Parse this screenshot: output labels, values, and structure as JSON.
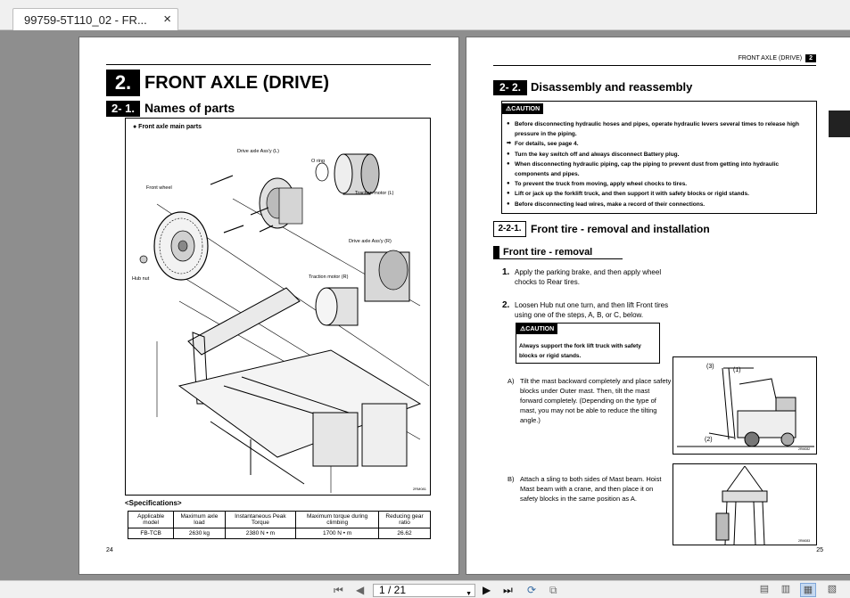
{
  "tab": {
    "title": "99759-5T110_02 - FR...",
    "close": "×"
  },
  "left_page": {
    "chapter_num": "2.",
    "chapter_title": "FRONT AXLE (DRIVE)",
    "section_num": "2- 1.",
    "section_title": "Names of parts",
    "figure": {
      "caption": "● Front axle main parts",
      "labels": {
        "drive_axle_l": "Drive axle Ass'y (L)",
        "o_ring": "O ring",
        "front_wheel": "Front wheel",
        "traction_motor_l": "Traction motor (L)",
        "drive_axle_r": "Drive axle Ass'y (R)",
        "hub_nut": "Hub nut",
        "traction_motor_r": "Traction motor (R)"
      },
      "code": "2RM081"
    },
    "spec_heading": "<Specifications>",
    "spec_table": {
      "headers": [
        "Applicable model",
        "Maximum axle load",
        "Instantaneous Peak Torque",
        "Maximum torque during climbing",
        "Reducing gear ratio"
      ],
      "rows": [
        [
          "FB-TCB",
          "2630 kg",
          "2380 N • m",
          "1700 N • m",
          "26.62"
        ]
      ]
    },
    "page_number": "24"
  },
  "right_page": {
    "running_head": "FRONT AXLE (DRIVE)",
    "running_head_num": "2",
    "section_num": "2- 2.",
    "section_title": "Disassembly and reassembly",
    "caution_label": "CAUTION",
    "caution_items": [
      "Before disconnecting hydraulic hoses and pipes, operate hydraulic levers several times to release high pressure in the piping.",
      "For details, see page 4.",
      "Turn the key switch off and always disconnect Battery plug.",
      "When disconnecting hydraulic piping, cap the piping to prevent dust from getting into hydraulic components and pipes.",
      "To prevent the truck from moving, apply wheel chocks to tires.",
      "Lift or jack up the forklift truck, and then support it with safety blocks or rigid stands.",
      "Before disconnecting lead wires, make a record of their connections."
    ],
    "subsection_num": "2-2-1.",
    "subsection_title": "Front tire - removal and installation",
    "procedure_title": "Front tire - removal",
    "steps": [
      {
        "num": "1.",
        "text": "Apply the parking brake, and then apply wheel chocks to Rear tires."
      },
      {
        "num": "2.",
        "text": "Loosen Hub nut one turn, and then lift Front tires using one of the steps, A, B, or C, below."
      }
    ],
    "inline_caution_label": "CAUTION",
    "inline_caution_text": "Always support the fork lift truck with safety blocks or rigid stands.",
    "substeps": [
      {
        "label": "A)",
        "text": "Tilt the mast backward completely and place safety blocks under Outer mast. Then, tilt the mast forward completely. (Depending on the type of mast, you may not be able to reduce the tilting angle.)"
      },
      {
        "label": "B)",
        "text": "Attach a sling to both sides of Mast beam. Hoist Mast beam with a crane, and then place it on safety blocks in the same position as A."
      }
    ],
    "photo_a": {
      "label_3": "(3)",
      "label_1": "(1)",
      "label_2": "(2)",
      "code": "2RM082"
    },
    "photo_b": {
      "code": "2RM083"
    },
    "page_number": "25"
  },
  "toolbar": {
    "page_value": "1 / 21",
    "first_icon": "first-page-icon",
    "prev_icon": "prev-page-icon",
    "next_icon": "next-page-icon",
    "last_icon": "last-page-icon"
  }
}
